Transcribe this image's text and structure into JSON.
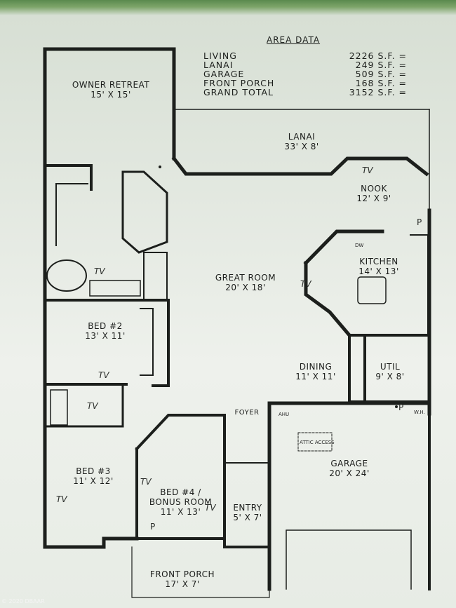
{
  "area_data": {
    "title": "AREA DATA",
    "rows": [
      {
        "label": "LIVING",
        "value": "2226 S.F. ="
      },
      {
        "label": "LANAI",
        "value": "249 S.F. ="
      },
      {
        "label": "GARAGE",
        "value": "509 S.F. ="
      },
      {
        "label": "FRONT PORCH",
        "value": "168 S.F. ="
      },
      {
        "label": "GRAND TOTAL",
        "value": "3152 S.F. ="
      }
    ]
  },
  "rooms": {
    "owner_retreat": {
      "name": "OWNER RETREAT",
      "dim": "15' X 15'"
    },
    "lanai": {
      "name": "LANAI",
      "dim": "33' X 8'"
    },
    "nook": {
      "name": "NOOK",
      "dim": "12' X 9'"
    },
    "kitchen": {
      "name": "KITCHEN",
      "dim": "14' X 13'"
    },
    "great_room": {
      "name": "GREAT ROOM",
      "dim": "20' X 18'"
    },
    "bed2": {
      "name": "BED #2",
      "dim": "13' X 11'"
    },
    "dining": {
      "name": "DINING",
      "dim": "11' X 11'"
    },
    "util": {
      "name": "UTIL",
      "dim": "9' X 8'"
    },
    "foyer": {
      "name": "FOYER"
    },
    "garage": {
      "name": "GARAGE",
      "dim": "20' X 24'"
    },
    "bed3": {
      "name": "BED #3",
      "dim": "11' X 12'"
    },
    "bed4": {
      "name": "BED #4 /",
      "name2": "BONUS ROOM",
      "dim": "11' X 13'"
    },
    "entry": {
      "name": "ENTRY",
      "dim": "5' X 7'"
    },
    "front_porch": {
      "name": "FRONT PORCH",
      "dim": "17' X 7'"
    }
  },
  "annotations": {
    "tv": "TV",
    "outlet": "P",
    "attic": "ATTIC ACCESS",
    "ahu": "AHU",
    "wh": "W.H.",
    "dw": "DW"
  },
  "footer": {
    "copyright": "© 2020 DBAAR"
  },
  "colors": {
    "wall": "#1c1f1c",
    "paper": "#eef1ec"
  }
}
